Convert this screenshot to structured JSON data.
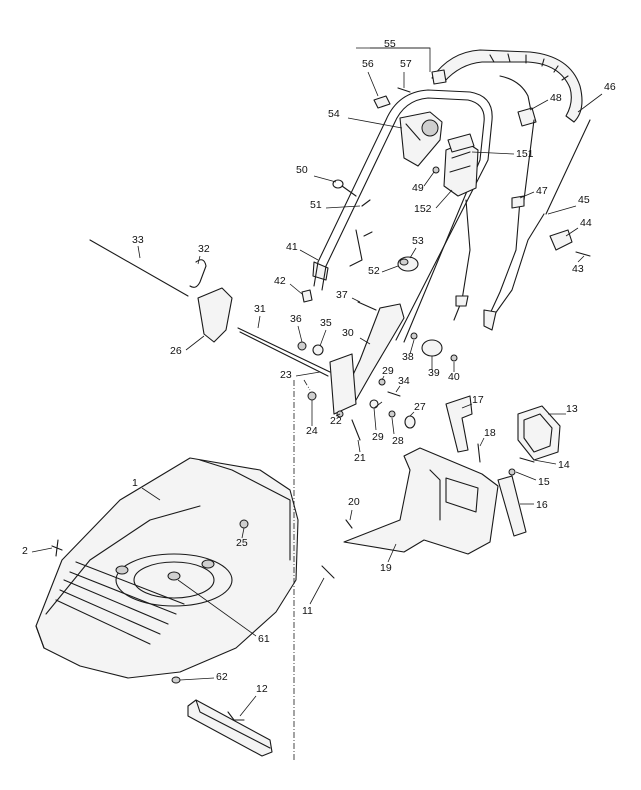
{
  "callouts": [
    {
      "id": "c55",
      "text": "55"
    },
    {
      "id": "c56",
      "text": "56"
    },
    {
      "id": "c57",
      "text": "57"
    },
    {
      "id": "c48",
      "text": "48"
    },
    {
      "id": "c46",
      "text": "46"
    },
    {
      "id": "c54",
      "text": "54"
    },
    {
      "id": "c151",
      "text": "151"
    },
    {
      "id": "c50",
      "text": "50"
    },
    {
      "id": "c49",
      "text": "49"
    },
    {
      "id": "c47",
      "text": "47"
    },
    {
      "id": "c152",
      "text": "152"
    },
    {
      "id": "c45",
      "text": "45"
    },
    {
      "id": "c51",
      "text": "51"
    },
    {
      "id": "c44",
      "text": "44"
    },
    {
      "id": "c33",
      "text": "33"
    },
    {
      "id": "c32",
      "text": "32"
    },
    {
      "id": "c53",
      "text": "53"
    },
    {
      "id": "c41",
      "text": "41"
    },
    {
      "id": "c43",
      "text": "43"
    },
    {
      "id": "c52",
      "text": "52"
    },
    {
      "id": "c42",
      "text": "42"
    },
    {
      "id": "c37",
      "text": "37"
    },
    {
      "id": "c31",
      "text": "31"
    },
    {
      "id": "c36",
      "text": "36"
    },
    {
      "id": "c35",
      "text": "35"
    },
    {
      "id": "c30",
      "text": "30"
    },
    {
      "id": "c26",
      "text": "26"
    },
    {
      "id": "c38",
      "text": "38"
    },
    {
      "id": "c23",
      "text": "23"
    },
    {
      "id": "c29a",
      "text": "29"
    },
    {
      "id": "c39",
      "text": "39"
    },
    {
      "id": "c40",
      "text": "40"
    },
    {
      "id": "c34",
      "text": "34"
    },
    {
      "id": "c17",
      "text": "17"
    },
    {
      "id": "c13",
      "text": "13"
    },
    {
      "id": "c27",
      "text": "27"
    },
    {
      "id": "c24",
      "text": "24"
    },
    {
      "id": "c22",
      "text": "22"
    },
    {
      "id": "c29b",
      "text": "29"
    },
    {
      "id": "c28",
      "text": "28"
    },
    {
      "id": "c18",
      "text": "18"
    },
    {
      "id": "c21",
      "text": "21"
    },
    {
      "id": "c14",
      "text": "14"
    },
    {
      "id": "c15",
      "text": "15"
    },
    {
      "id": "c1",
      "text": "1"
    },
    {
      "id": "c20",
      "text": "20"
    },
    {
      "id": "c16",
      "text": "16"
    },
    {
      "id": "c25",
      "text": "25"
    },
    {
      "id": "c2",
      "text": "2"
    },
    {
      "id": "c19",
      "text": "19"
    },
    {
      "id": "c11",
      "text": "11"
    },
    {
      "id": "c61",
      "text": "61"
    },
    {
      "id": "c62",
      "text": "62"
    },
    {
      "id": "c12",
      "text": "12"
    }
  ]
}
